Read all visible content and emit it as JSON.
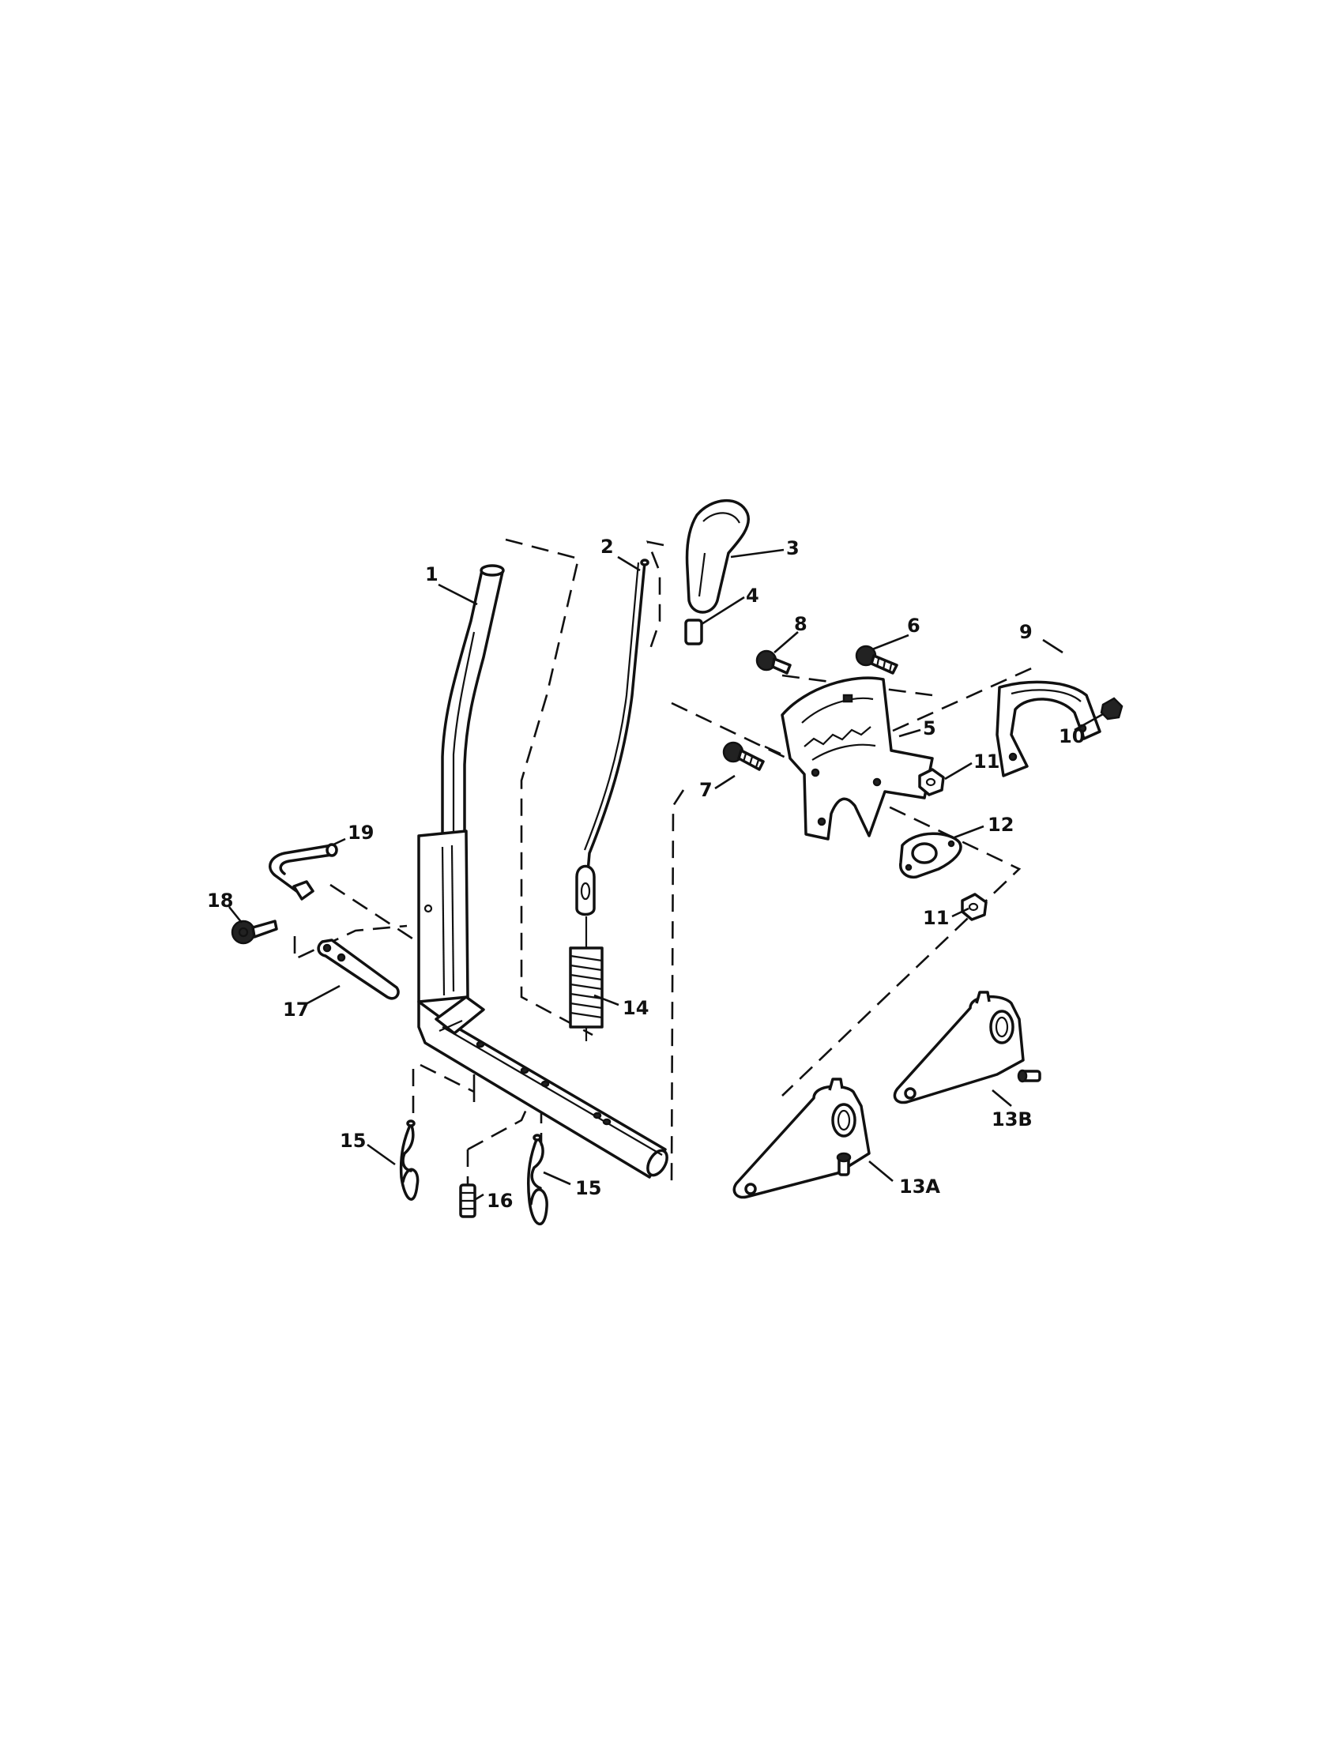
{
  "callouts": {
    "c1": "1",
    "c2": "2",
    "c3": "3",
    "c4": "4",
    "c5": "5",
    "c6": "6",
    "c7": "7",
    "c8": "8",
    "c9": "9",
    "c10": "10",
    "c11a": "11",
    "c11b": "11",
    "c12": "12",
    "c13a": "13A",
    "c13b": "13B",
    "c14": "14",
    "c15a": "15",
    "c15b": "15",
    "c16": "16",
    "c17": "17",
    "c18": "18",
    "c19": "19"
  }
}
